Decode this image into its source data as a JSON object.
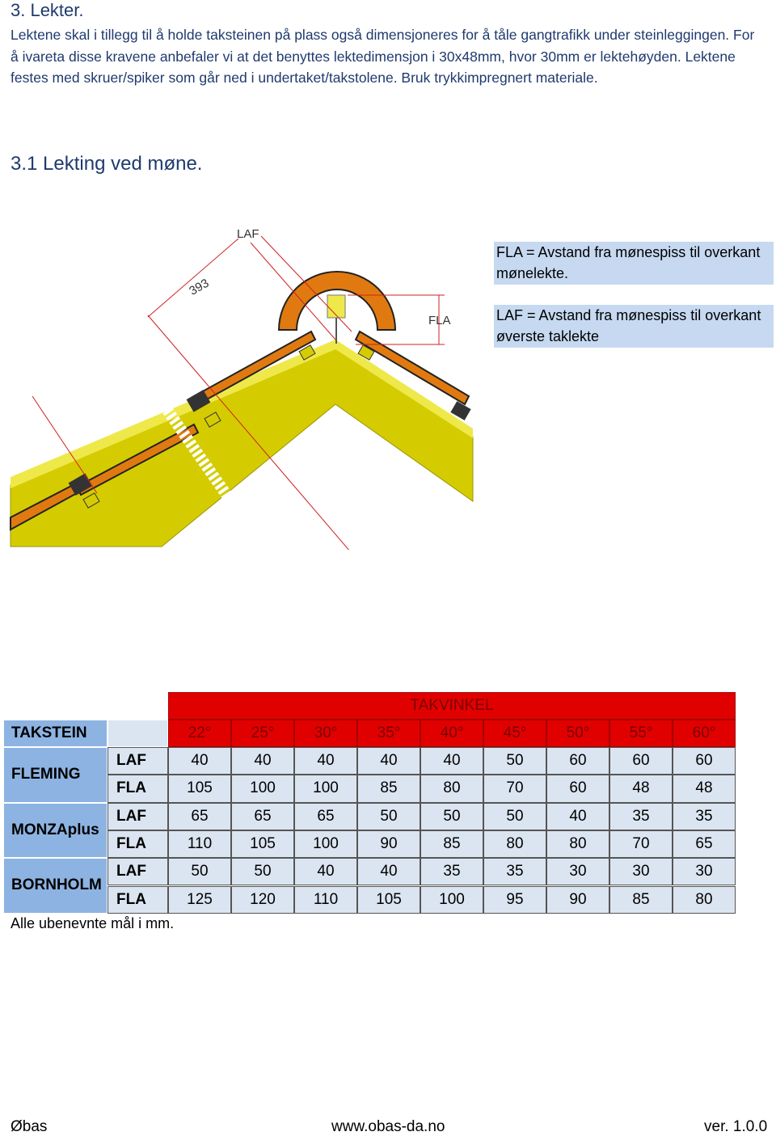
{
  "heading_3": "3. Lekter.",
  "paragraph": "Lektene skal i tillegg til å holde taksteinen på plass også dimensjoneres for å tåle gangtrafikk under steinleggingen. For å ivareta disse kravene anbefaler vi at det benyttes lektedimensjon i 30x48mm, hvor 30mm er lektehøyden. Lektene festes med skruer/spiker som går ned i undertaket/takstolene. Bruk trykkimpregnert materiale.",
  "heading_3_1": "3.1 Lekting ved møne.",
  "diagram": {
    "label_laf": "LAF",
    "label_393": "393",
    "label_fla": "FLA"
  },
  "legend": {
    "fla": "FLA = Avstand fra mønespiss til overkant mønelekte.",
    "laf": "LAF = Avstand fra mønespiss til overkant øverste taklekte"
  },
  "table": {
    "group_header": "TAKVINKEL",
    "corner_header": "TAKSTEIN",
    "angles": [
      "22°",
      "25°",
      "30°",
      "35°",
      "40°",
      "45°",
      "50°",
      "55°",
      "60°"
    ],
    "rows": [
      {
        "name": "FLEMING",
        "laf": [
          "40",
          "40",
          "40",
          "40",
          "40",
          "50",
          "60",
          "60",
          "60"
        ],
        "fla": [
          "105",
          "100",
          "100",
          "85",
          "80",
          "70",
          "60",
          "48",
          "48"
        ]
      },
      {
        "name": "MONZAplus",
        "laf": [
          "65",
          "65",
          "65",
          "50",
          "50",
          "50",
          "40",
          "35",
          "35"
        ],
        "fla": [
          "110",
          "105",
          "100",
          "90",
          "85",
          "80",
          "80",
          "70",
          "65"
        ]
      },
      {
        "name": "BORNHOLM",
        "laf": [
          "50",
          "50",
          "40",
          "40",
          "35",
          "35",
          "30",
          "30",
          "30"
        ],
        "fla": [
          "125",
          "120",
          "110",
          "105",
          "100",
          "95",
          "90",
          "85",
          "80"
        ]
      }
    ],
    "sub_laf": "LAF",
    "sub_fla": "FLA",
    "note": "Alle ubenevnte mål i mm."
  },
  "footer": {
    "left": "Øbas",
    "center": "www.obas-da.no",
    "right": "ver. 1.0.0"
  },
  "colors": {
    "header_red": "#e10000",
    "row_label_blue": "#8db3e2",
    "cell_light": "#dbe5f1",
    "legend_bg": "#c6d9f1",
    "roof_yellow": "#d4cc00",
    "tile_orange": "#e07a10"
  }
}
